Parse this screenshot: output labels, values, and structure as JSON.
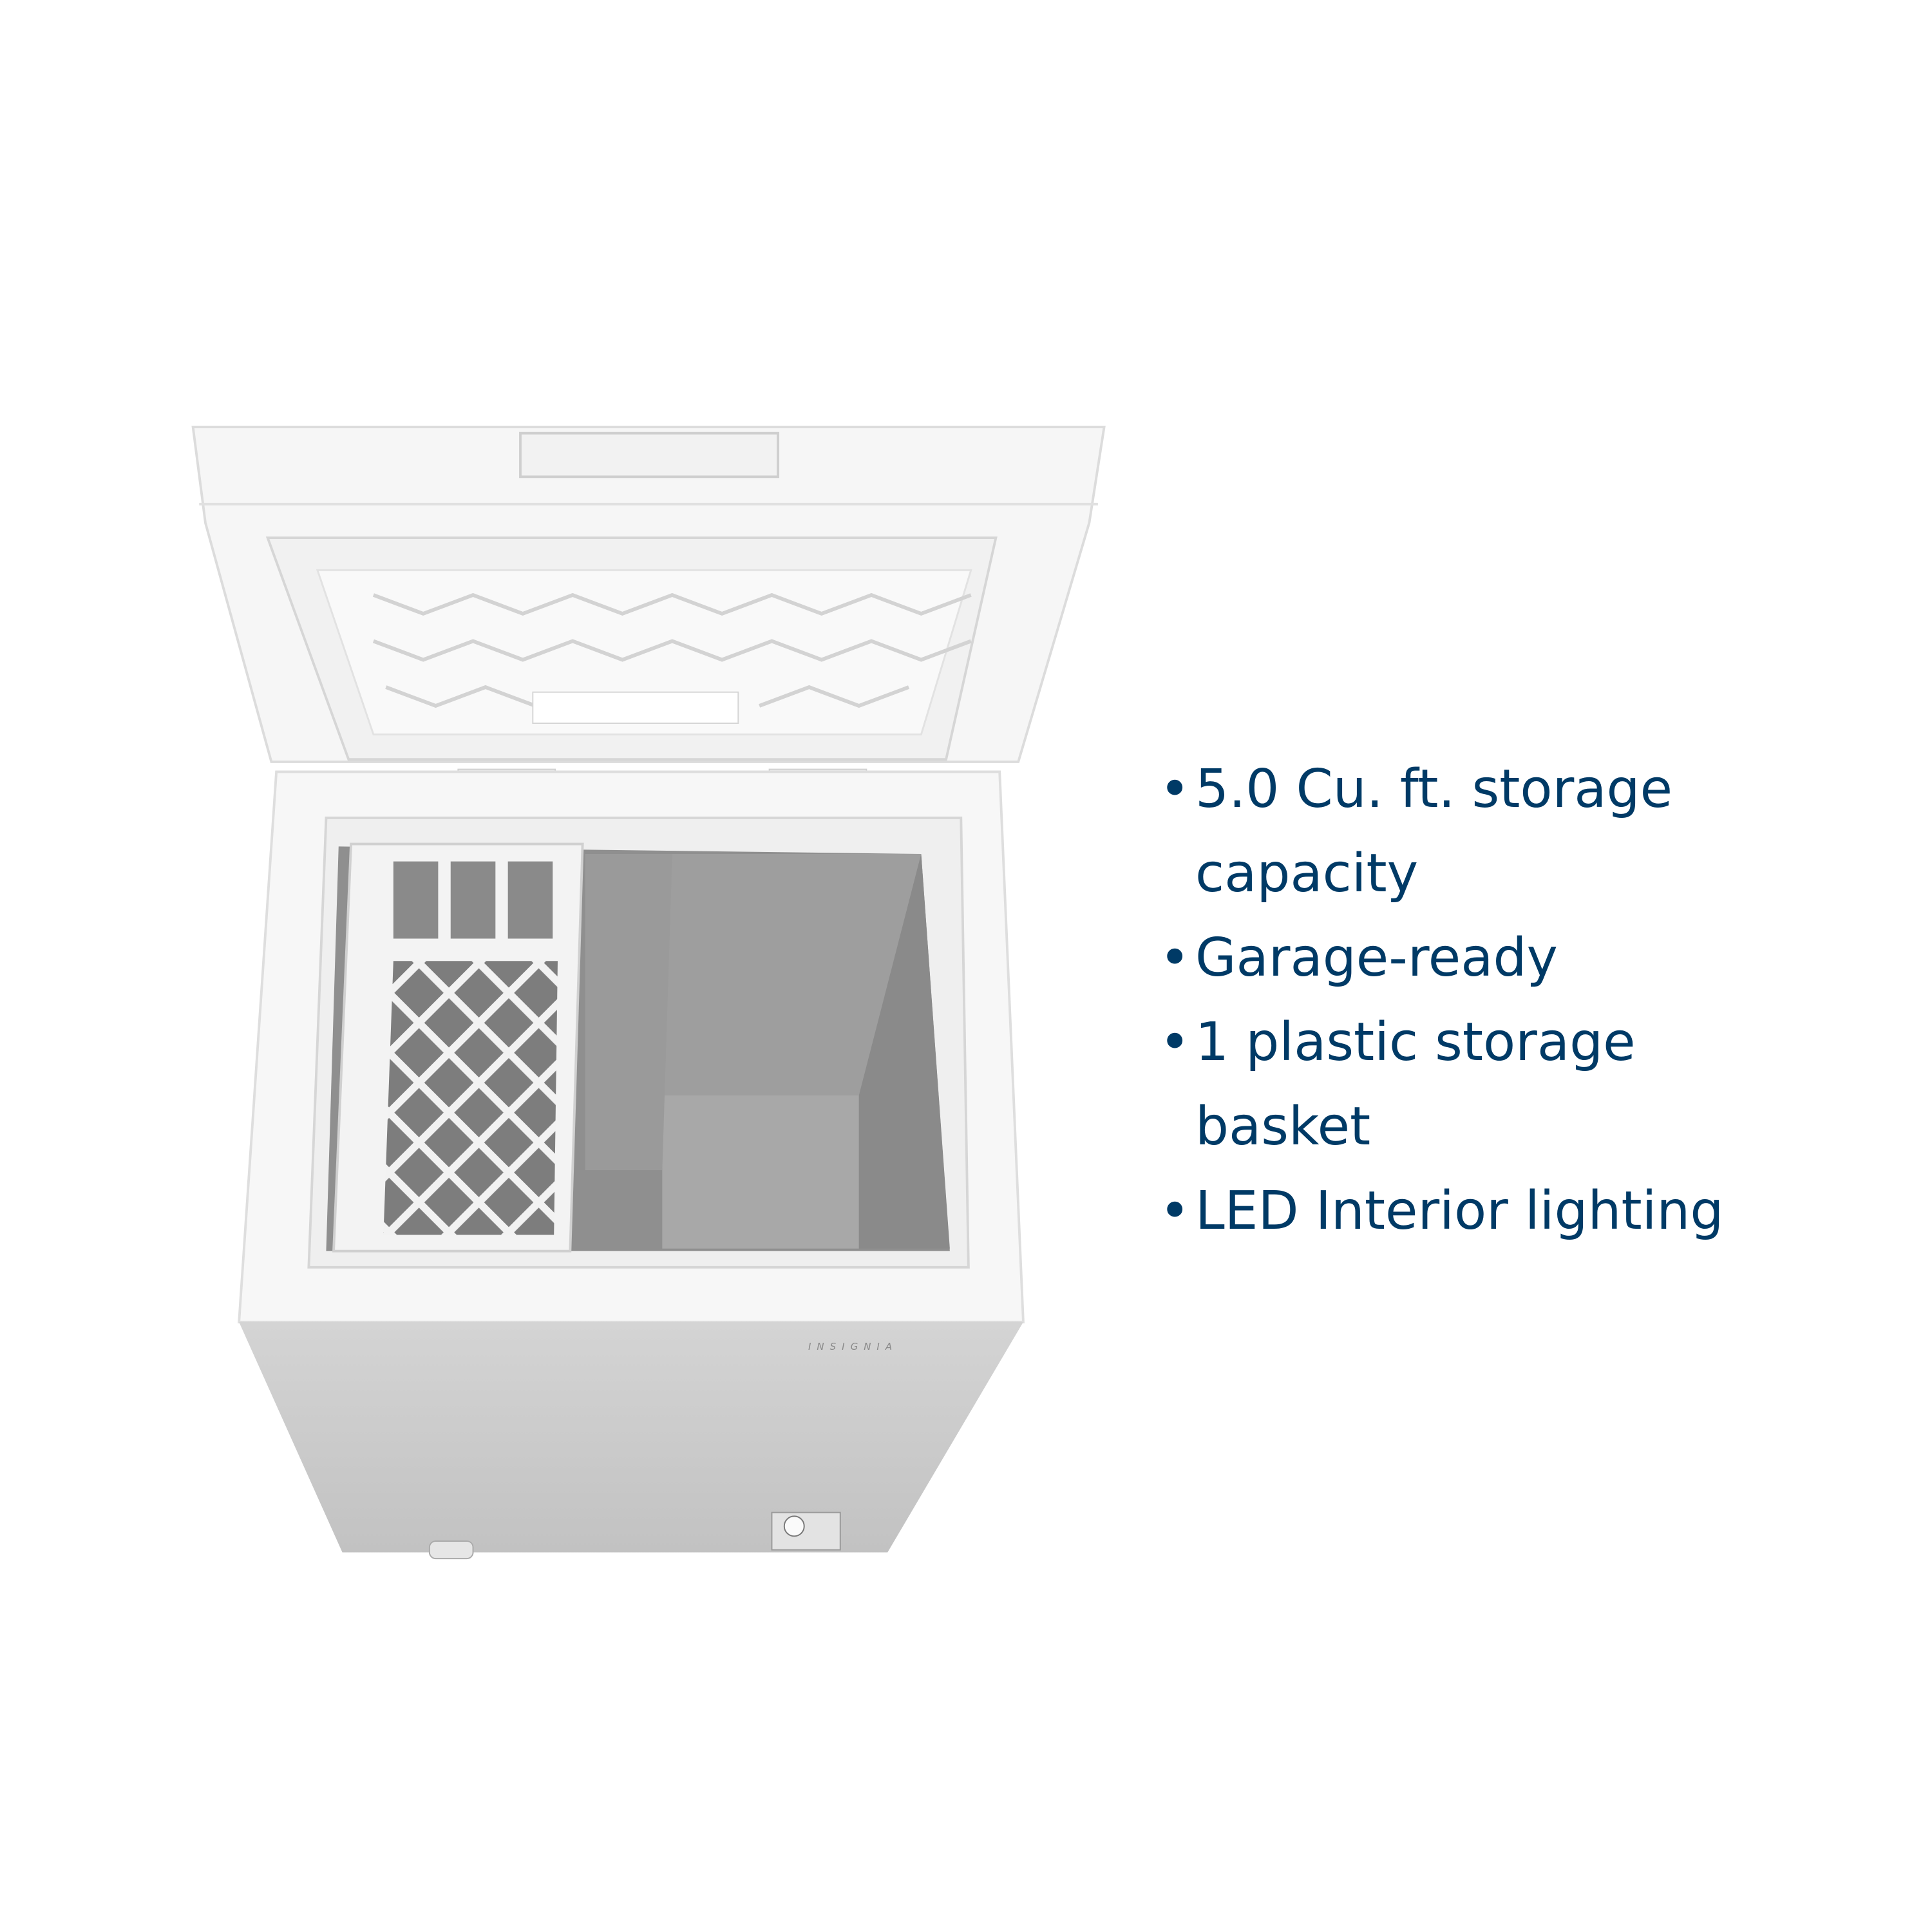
{
  "product": {
    "brand_logo": "INSIGNIA",
    "colors": {
      "text": "#003a66",
      "body": "#c9c9c9",
      "interior": "#8f8f8f",
      "white": "#f7f7f7"
    }
  },
  "features": [
    {
      "bullet": "•",
      "text": "5.0 Cu. ft. storage capacity"
    },
    {
      "bullet": "•",
      "text": "Garage-ready"
    },
    {
      "bullet": "•",
      "text": "1 plastic storage basket"
    },
    {
      "bullet": "•",
      "text": "LED Interior lighting"
    }
  ]
}
